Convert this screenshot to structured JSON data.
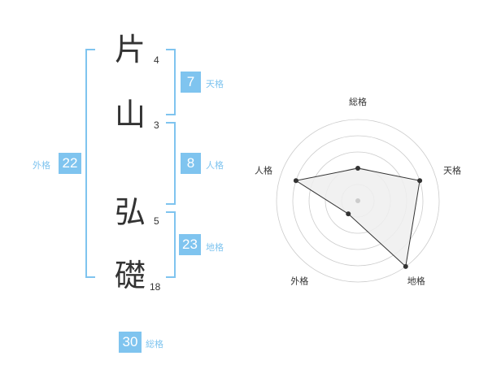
{
  "name": {
    "chars": [
      {
        "char": "片",
        "strokes": "4"
      },
      {
        "char": "山",
        "strokes": "3"
      },
      {
        "char": "弘",
        "strokes": "5"
      },
      {
        "char": "礎",
        "strokes": "18"
      }
    ]
  },
  "fortunes": {
    "tenkaku": {
      "label": "天格",
      "value": "7"
    },
    "jinkaku": {
      "label": "人格",
      "value": "8"
    },
    "chikaku": {
      "label": "地格",
      "value": "23"
    },
    "gaikaku": {
      "label": "外格",
      "value": "22"
    },
    "soukaku": {
      "label": "総格",
      "value": "30"
    }
  },
  "colors": {
    "accent": "#7fc4ef",
    "text": "#333333",
    "radar_fill": "#eeeeee",
    "radar_grid": "#cccccc"
  },
  "chart_data": {
    "type": "radar",
    "axes": [
      "総格",
      "天格",
      "地格",
      "外格",
      "人格"
    ],
    "values": [
      2,
      4,
      5,
      1,
      4
    ],
    "max": 5,
    "rings": 5
  }
}
